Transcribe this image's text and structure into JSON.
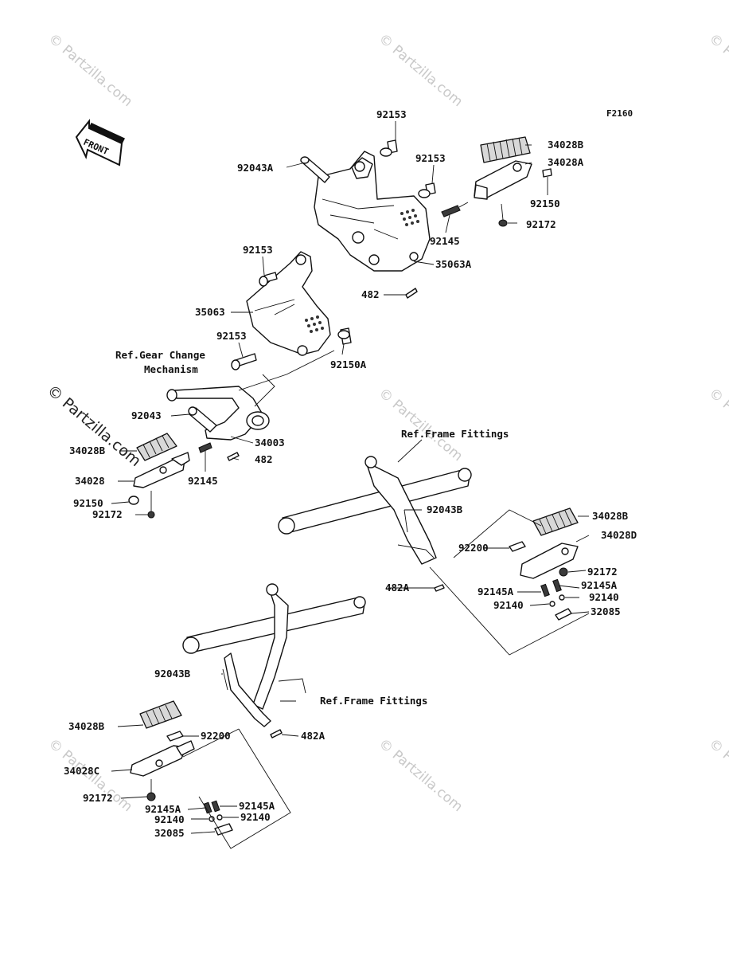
{
  "figure_code": "F2160",
  "front_label": "FRONT",
  "watermark": "© Partzilla.com",
  "labels": {
    "p92153_a": "92153",
    "p92153_b": "92153",
    "p92153_c": "92153",
    "p92153_d": "92153",
    "p92043A": "92043A",
    "p34028B_a": "34028B",
    "p34028A": "34028A",
    "p92150_a": "92150",
    "p92172_a": "92172",
    "p92145_a": "92145",
    "p35063A": "35063A",
    "p482_a": "482",
    "p35063": "35063",
    "ref_gear_1": "Ref.Gear Change",
    "ref_gear_2": "Mechanism",
    "p92150A": "92150A",
    "p92043": "92043",
    "p34003": "34003",
    "p34028B_b": "34028B",
    "p482_b": "482",
    "p34028": "34028",
    "p92145_b": "92145",
    "p92150_b": "92150",
    "p92172_b": "92172",
    "ref_frame_1": "Ref.Frame Fittings",
    "p92043B_a": "92043B",
    "p34028B_c": "34028B",
    "p34028D": "34028D",
    "p92200_a": "92200",
    "p92172_c": "92172",
    "p482A_a": "482A",
    "p92145A_a": "92145A",
    "p92145A_b": "92145A",
    "p92140_a": "92140",
    "p92140_b": "92140",
    "p32085_a": "32085",
    "p92043B_b": "92043B",
    "ref_frame_2": "Ref.Frame Fittings",
    "p34028B_d": "34028B",
    "p92200_b": "92200",
    "p482A_b": "482A",
    "p34028C": "34028C",
    "p92172_d": "92172",
    "p92145A_c": "92145A",
    "p92145A_d": "92145A",
    "p92140_c": "92140",
    "p92140_d": "92140",
    "p32085_b": "32085"
  }
}
